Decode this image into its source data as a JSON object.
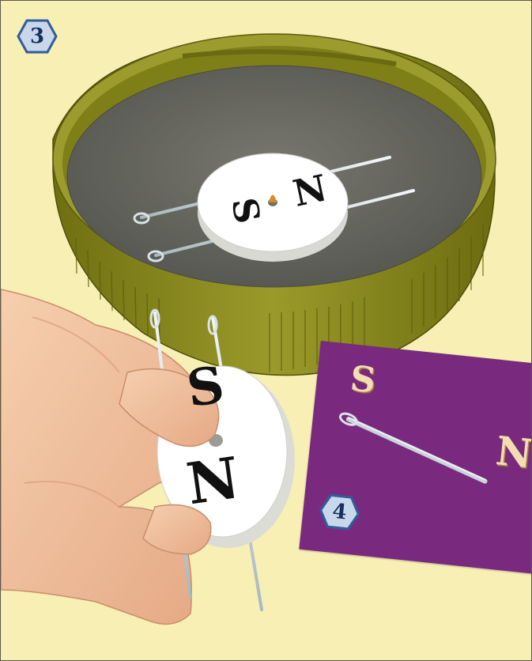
{
  "steps": {
    "step3": {
      "label": "3"
    },
    "step4": {
      "label": "4"
    }
  },
  "disk_letters": {
    "floating": {
      "south": "S",
      "north": "N"
    },
    "held": {
      "south": "S",
      "north": "N"
    }
  },
  "card_letters": {
    "south": "S",
    "north": "N"
  },
  "colors": {
    "background": "#f7efb3",
    "cap": "#8f8f1e",
    "water": "#5f605a",
    "card": "#7a2a7e",
    "badge_fill": "#c9d7ea",
    "badge_stroke": "#2f5d9a"
  }
}
